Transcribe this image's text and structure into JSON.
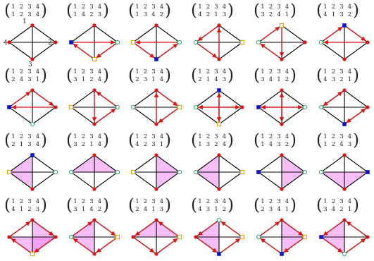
{
  "vertex_labels": {
    "top": "1",
    "bottom": "3",
    "left": "4",
    "right": "2"
  },
  "colors": {
    "arrow": "#dd1111",
    "fill": "#ee88ee",
    "square": "#1111cc",
    "red_dot": "#dd1111",
    "orange_square": "#ee9900",
    "green_circle": "#33aa66",
    "edge": "#000000"
  },
  "header": [
    1,
    2,
    3,
    4
  ],
  "cells": [
    {
      "perm": [
        1,
        2,
        3,
        4
      ],
      "mark": {
        "t": "r",
        "b": "r",
        "l": "r",
        "r": "r"
      }
    },
    {
      "perm": [
        1,
        4,
        2,
        3
      ],
      "mark": {
        "t": "r",
        "b": "o",
        "l": "b",
        "r": "g"
      },
      "arrows": [
        [
          "r",
          "b"
        ],
        [
          "b",
          "l"
        ],
        [
          "l",
          "r"
        ]
      ]
    },
    {
      "perm": [
        1,
        3,
        4,
        2
      ],
      "mark": {
        "t": "r",
        "b": "b",
        "l": "o",
        "r": "g"
      },
      "arrows": [
        [
          "r",
          "l"
        ],
        [
          "l",
          "b"
        ],
        [
          "b",
          "r"
        ]
      ]
    },
    {
      "perm": [
        4,
        2,
        1,
        3
      ],
      "mark": {
        "t": "r",
        "b": "r",
        "l": "g",
        "r": "o"
      },
      "arrows": [
        [
          "t",
          "l"
        ],
        [
          "l",
          "b"
        ],
        [
          "b",
          "t"
        ]
      ]
    },
    {
      "perm": [
        3,
        2,
        4,
        1
      ],
      "mark": {
        "t": "o",
        "b": "r",
        "l": "g",
        "r": "r"
      },
      "arrows": [
        [
          "t",
          "b"
        ],
        [
          "b",
          "l"
        ],
        [
          "l",
          "t"
        ]
      ]
    },
    {
      "perm": [
        4,
        1,
        3,
        2
      ],
      "mark": {
        "t": "b",
        "b": "r",
        "l": "g",
        "r": "r"
      },
      "arrows": [
        [
          "t",
          "r"
        ],
        [
          "r",
          "l"
        ],
        [
          "l",
          "t"
        ]
      ]
    },
    {
      "perm": [
        2,
        4,
        3,
        1
      ],
      "mark": {
        "t": "r",
        "b": "g",
        "l": "b",
        "r": "r"
      },
      "arrows": [
        [
          "t",
          "r"
        ],
        [
          "r",
          "l"
        ],
        [
          "l",
          "t"
        ]
      ]
    },
    {
      "perm": [
        3,
        1,
        2,
        4
      ],
      "mark": {
        "t": "r",
        "b": "r",
        "l": "o",
        "r": "g"
      },
      "arrows": [
        [
          "t",
          "b"
        ],
        [
          "b",
          "r"
        ],
        [
          "r",
          "t"
        ]
      ]
    },
    {
      "perm": [
        2,
        3,
        1,
        4
      ],
      "mark": {
        "t": "r",
        "b": "r",
        "l": "g",
        "r": "o"
      },
      "arrows": [
        [
          "t",
          "r"
        ],
        [
          "r",
          "b"
        ],
        [
          "b",
          "t"
        ]
      ]
    },
    {
      "perm": [
        2,
        1,
        4,
        3
      ],
      "mark": {
        "t": "b",
        "b": "o",
        "l": "g",
        "r": "r"
      },
      "arrows": [
        [
          "t",
          "b"
        ],
        [
          "b",
          "t"
        ],
        [
          "l",
          "r"
        ],
        [
          "r",
          "l"
        ]
      ]
    },
    {
      "perm": [
        3,
        4,
        1,
        2
      ],
      "mark": {
        "t": "r",
        "b": "r",
        "l": "b",
        "r": "g"
      },
      "arrows": [
        [
          "t",
          "b"
        ],
        [
          "b",
          "t"
        ],
        [
          "l",
          "r"
        ],
        [
          "r",
          "l"
        ]
      ]
    },
    {
      "perm": [
        4,
        3,
        2,
        1
      ],
      "mark": {
        "t": "r",
        "b": "b",
        "l": "g",
        "r": "r"
      },
      "arrows": [
        [
          "t",
          "l"
        ],
        [
          "l",
          "t"
        ],
        [
          "b",
          "r"
        ],
        [
          "r",
          "b"
        ]
      ]
    },
    {
      "perm": [
        2,
        1,
        3,
        4
      ],
      "mark": {
        "t": "b",
        "b": "r",
        "l": "o",
        "r": "g"
      },
      "fill": [
        [
          "t",
          "b",
          "l"
        ]
      ]
    },
    {
      "perm": [
        3,
        2,
        1,
        4
      ],
      "mark": {
        "t": "r",
        "b": "r",
        "l": "g",
        "r": "g"
      },
      "fill": [
        [
          "l",
          "r",
          "t"
        ]
      ]
    },
    {
      "perm": [
        4,
        2,
        3,
        1
      ],
      "mark": {
        "t": "r",
        "b": "r",
        "l": "o",
        "r": "g"
      },
      "fill": [
        [
          "t",
          "b",
          "r"
        ]
      ]
    },
    {
      "perm": [
        1,
        3,
        2,
        4
      ],
      "mark": {
        "t": "r",
        "b": "r",
        "l": "g",
        "r": "o"
      },
      "fill": [
        [
          "t",
          "b",
          "l"
        ]
      ]
    },
    {
      "perm": [
        1,
        4,
        3,
        2
      ],
      "mark": {
        "t": "r",
        "b": "r",
        "l": "b",
        "r": "g"
      },
      "fill": [
        [
          "t",
          "b",
          "r"
        ]
      ]
    },
    {
      "perm": [
        1,
        2,
        4,
        3
      ],
      "mark": {
        "t": "r",
        "b": "r",
        "l": "g",
        "r": "b"
      },
      "fill": [
        [
          "l",
          "r",
          "b"
        ]
      ]
    },
    {
      "perm": [
        4,
        1,
        2,
        3
      ],
      "mark": {
        "t": "r",
        "b": "o",
        "l": "r",
        "r": "r"
      },
      "fill": [
        [
          "t",
          "b",
          "r"
        ],
        [
          "l",
          "r",
          "b"
        ]
      ],
      "arrows": [
        [
          "r",
          "b"
        ],
        [
          "b",
          "l"
        ],
        [
          "l",
          "t"
        ],
        [
          "t",
          "r"
        ]
      ]
    },
    {
      "perm": [
        3,
        1,
        4,
        2
      ],
      "mark": {
        "t": "r",
        "b": "r",
        "l": "g",
        "r": "o"
      },
      "fill": [
        [
          "t",
          "b",
          "l"
        ]
      ],
      "arrows": [
        [
          "t",
          "r"
        ],
        [
          "r",
          "b"
        ],
        [
          "b",
          "l"
        ],
        [
          "l",
          "t"
        ]
      ]
    },
    {
      "perm": [
        2,
        4,
        1,
        3
      ],
      "mark": {
        "t": "r",
        "b": "r",
        "l": "r",
        "r": "o"
      },
      "fill": [
        [
          "l",
          "r",
          "t"
        ]
      ],
      "arrows": [
        [
          "t",
          "l"
        ],
        [
          "l",
          "b"
        ],
        [
          "b",
          "r"
        ],
        [
          "r",
          "t"
        ]
      ]
    },
    {
      "perm": [
        4,
        3,
        1,
        2
      ],
      "mark": {
        "t": "g",
        "b": "b",
        "l": "r",
        "r": "o"
      },
      "fill": [
        [
          "t",
          "b",
          "l"
        ]
      ],
      "arrows": [
        [
          "t",
          "l"
        ],
        [
          "l",
          "b"
        ],
        [
          "b",
          "r"
        ],
        [
          "r",
          "t"
        ]
      ]
    },
    {
      "perm": [
        2,
        3,
        4,
        1
      ],
      "mark": {
        "t": "r",
        "b": "b",
        "l": "g",
        "r": "o"
      },
      "fill": [
        [
          "t",
          "b",
          "r"
        ]
      ],
      "arrows": [
        [
          "t",
          "r"
        ],
        [
          "r",
          "b"
        ],
        [
          "b",
          "l"
        ],
        [
          "l",
          "t"
        ]
      ]
    },
    {
      "perm": [
        3,
        4,
        2,
        1
      ],
      "mark": {
        "t": "r",
        "b": "g",
        "l": "b",
        "r": "r"
      },
      "fill": [
        [
          "t",
          "b",
          "l"
        ]
      ],
      "arrows": [
        [
          "t",
          "l"
        ],
        [
          "l",
          "b"
        ],
        [
          "b",
          "r"
        ],
        [
          "r",
          "t"
        ]
      ]
    }
  ]
}
